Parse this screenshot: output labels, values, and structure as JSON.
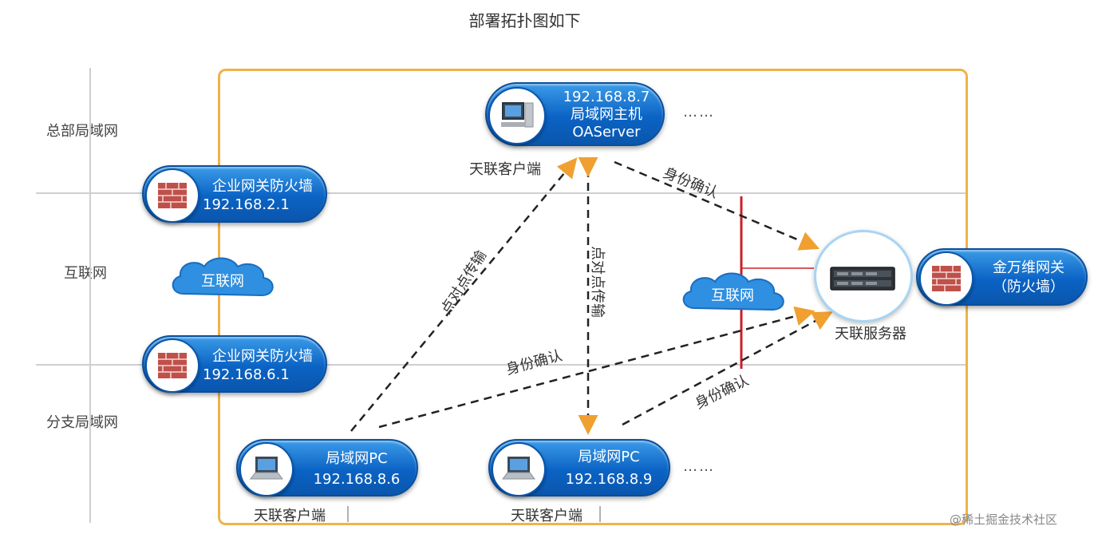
{
  "title": "部署拓扑图如下",
  "zones": {
    "hq": "总部局域网",
    "internet": "互联网",
    "branch": "分支局域网"
  },
  "nodes": {
    "oa_server": {
      "ip": "192.168.8.7",
      "name": "局域网主机",
      "sub": "OAServer",
      "caption": "天联客户端"
    },
    "fw_hq": {
      "name": "企业网关防火墙",
      "ip": "192.168.2.1"
    },
    "fw_branch": {
      "name": "企业网关防火墙",
      "ip": "192.168.6.1"
    },
    "cloud_left": "互联网",
    "cloud_right": "互联网",
    "server": {
      "caption": "天联服务器"
    },
    "gw_right": {
      "line1": "金万维网关",
      "line2": "（防火墙）"
    },
    "pc_left": {
      "name": "局域网PC",
      "ip": "192.168.8.6",
      "caption": "天联客户端"
    },
    "pc_right": {
      "name": "局域网PC",
      "ip": "192.168.8.9",
      "caption": "天联客户端"
    }
  },
  "edge_labels": {
    "auth_top": "身份确认",
    "p2p_diag": "点对点传输",
    "p2p_vert": "点对点传输",
    "auth_mid": "身份确认",
    "auth_bottom": "身份确认"
  },
  "ellipsis": "……",
  "watermark": "@稀土掘金技术社区",
  "colors": {
    "frame": "#f0b24a",
    "pill": "#0b63c4",
    "arrow": "#f0a030",
    "redline": "#c8202a"
  }
}
